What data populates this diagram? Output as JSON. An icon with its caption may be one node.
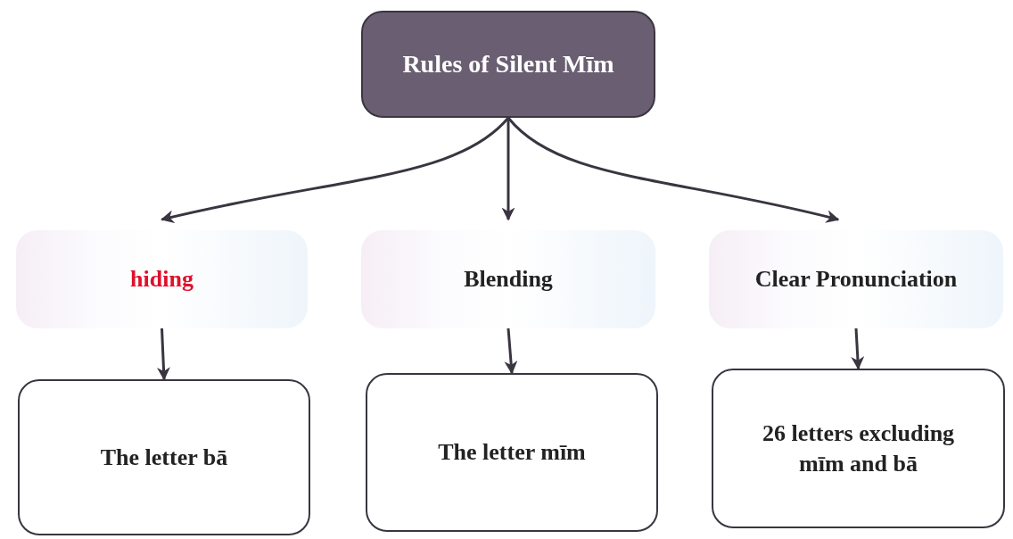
{
  "diagram": {
    "nodes": [
      {
        "text": [
          "Rules of Silent Mīm"
        ]
      },
      {
        "text": [
          "hiding"
        ]
      },
      {
        "text": [
          "Blending"
        ]
      },
      {
        "text": [
          "Clear Pronunciation"
        ]
      },
      {
        "text": [
          "The letter bā"
        ]
      },
      {
        "text": [
          "The letter mīm"
        ]
      },
      {
        "text": [
          "26 letters excluding mīm and bā"
        ]
      }
    ],
    "edges": [
      {
        "from": 0,
        "to": 1,
        "arrow": "to"
      },
      {
        "from": 0,
        "to": 2,
        "arrow": "to"
      },
      {
        "from": 0,
        "to": 3,
        "arrow": "to"
      },
      {
        "from": 1,
        "to": 4,
        "arrow": "to"
      },
      {
        "from": 2,
        "to": 5,
        "arrow": "to"
      },
      {
        "from": 3,
        "to": 6,
        "arrow": "to"
      }
    ]
  }
}
